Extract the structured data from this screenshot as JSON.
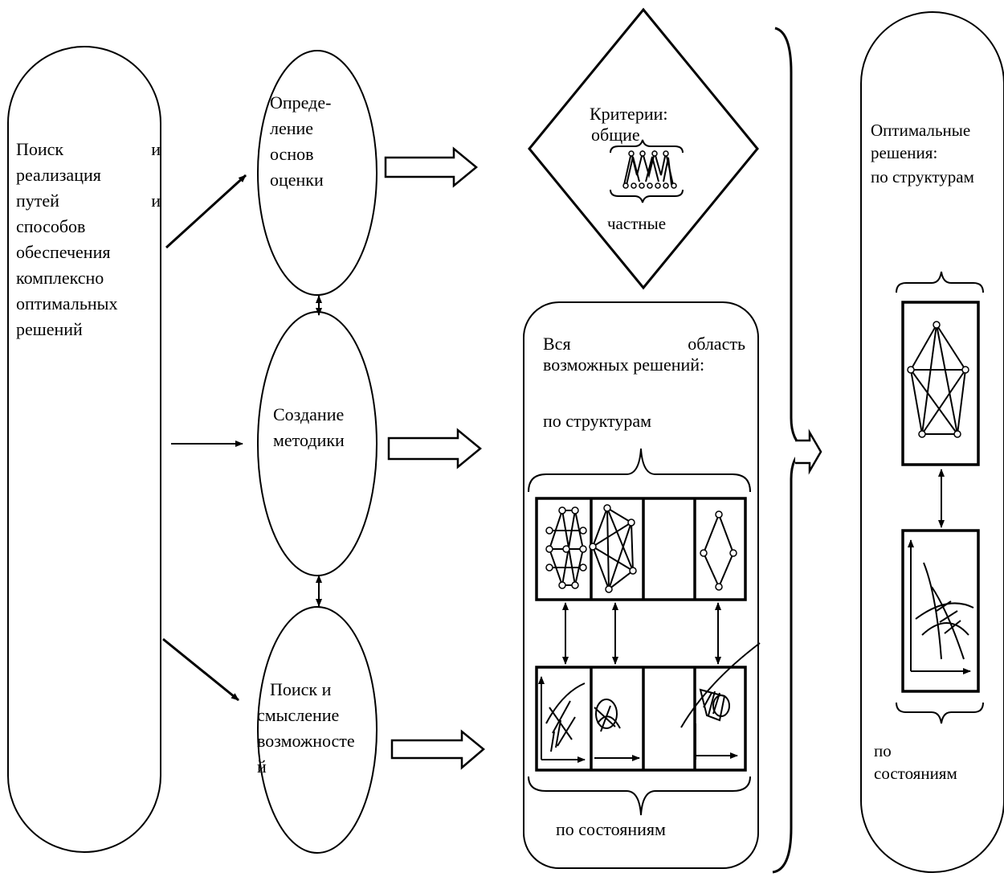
{
  "left_block": {
    "lines": [
      {
        "a": "Поиск",
        "b": "и"
      },
      {
        "a": "реализация",
        "b": ""
      },
      {
        "a": "путей",
        "b": "и"
      },
      {
        "a": "способов",
        "b": ""
      },
      {
        "a": "обеспечения",
        "b": ""
      },
      {
        "a": "комплексно",
        "b": ""
      },
      {
        "a": "оптимальных",
        "b": ""
      },
      {
        "a": "решений",
        "b": ""
      }
    ]
  },
  "stages": {
    "define": [
      "Опреде-",
      "ление",
      "основ",
      "оценки"
    ],
    "method": [
      "Создание",
      "методики"
    ],
    "search": [
      "Поиск и",
      "смысление",
      "возможносте",
      "й"
    ]
  },
  "criteria": {
    "title": "Критерии:",
    "general": "общие",
    "particular": "частные"
  },
  "solution_area": {
    "title_a": "Вся",
    "title_b": "область",
    "title_line2": "возможных решений:",
    "by_structures": "по структурам",
    "by_states": "по состояниям"
  },
  "optimal": {
    "title_line1": "Оптимальные",
    "title_line2": "решения:",
    "by_structures": "по структурам",
    "by_states_1": "по",
    "by_states_2": "состояниям"
  }
}
